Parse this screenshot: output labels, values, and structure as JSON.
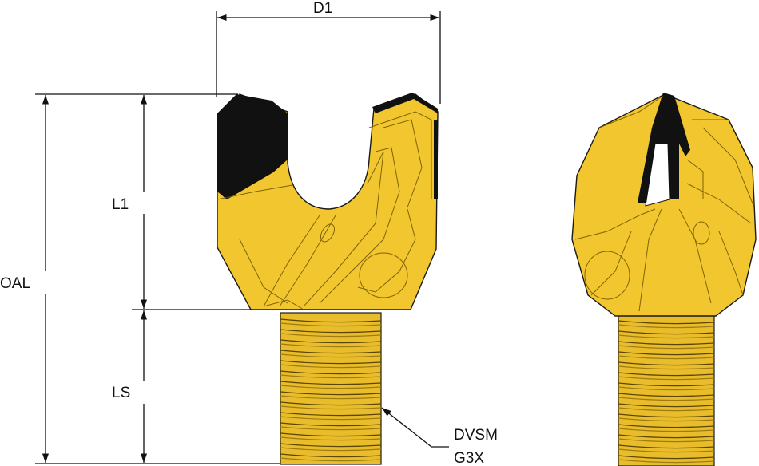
{
  "dimensions": {
    "d1": "D1",
    "l1": "L1",
    "oal": "OAL",
    "ls": "LS"
  },
  "thread_callout": {
    "line1": "DVSM",
    "line2": "G3X"
  },
  "colors": {
    "body": "#F2C62F",
    "body_shade": "#D9A91E",
    "thread": "#E8BC2A",
    "insert": "#111111",
    "outline": "#1a1a1a",
    "dim_line": "#111111"
  }
}
